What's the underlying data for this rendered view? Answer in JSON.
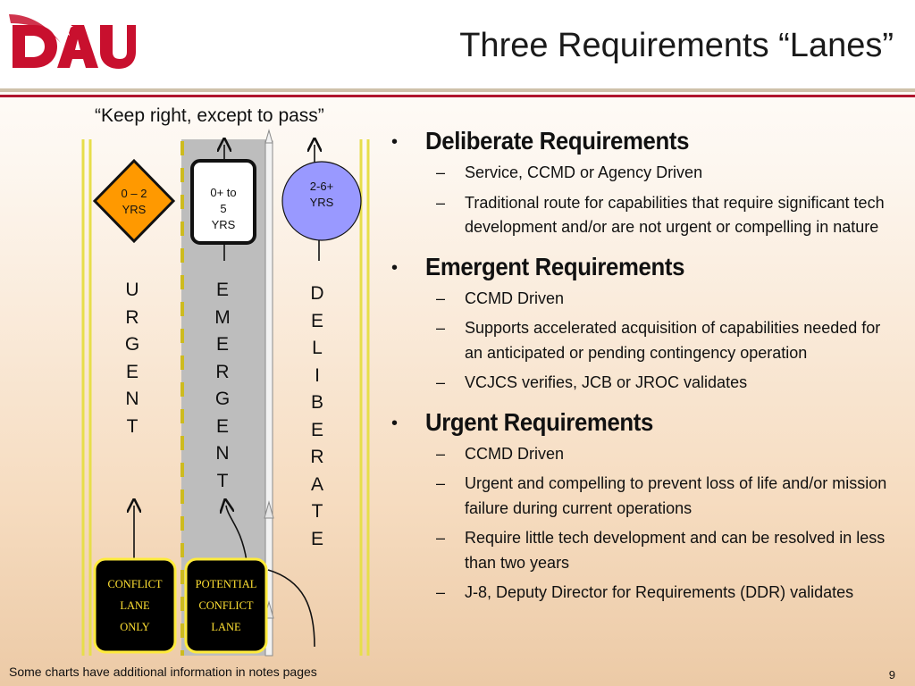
{
  "header": {
    "title": "Three Requirements “Lanes”",
    "logo_text": "DAU",
    "logo_color": "#c8102e"
  },
  "diagram": {
    "subtitle": "“Keep right, except to pass”",
    "signs": {
      "urgent": "0 – 2\nYRS",
      "emergent": "0+ to\n5\nYRS",
      "deliberate": "2-6+\nYRS"
    },
    "lanes": {
      "urgent": [
        "U",
        "R",
        "G",
        "E",
        "N",
        "T"
      ],
      "emergent": [
        "E",
        "M",
        "E",
        "R",
        "G",
        "E",
        "N",
        "T"
      ],
      "deliberate": [
        "D",
        "E",
        "L",
        "I",
        "B",
        "E",
        "R",
        "A",
        "T",
        "E"
      ]
    },
    "boxes": {
      "conflict_only": [
        "CONFLICT",
        "LANE",
        "ONLY"
      ],
      "potential_conflict": [
        "POTENTIAL",
        "CONFLICT",
        "LANE"
      ]
    },
    "colors": {
      "road_stripe": "#e7de4a",
      "emergent_lane": "#bdbdbd",
      "urgent_sign": "#ff9900",
      "deliberate_sign": "#9999ff",
      "box_fill": "#000000",
      "box_border": "#ffeb3b",
      "box_text": "#ffe033"
    }
  },
  "bullets": [
    {
      "heading": "Deliberate Requirements",
      "subs": [
        "Service, CCMD or Agency Driven",
        "Traditional route for capabilities that require significant tech development and/or are not urgent or compelling in nature"
      ]
    },
    {
      "heading": "Emergent Requirements",
      "subs": [
        "CCMD Driven",
        "Supports accelerated acquisition of  capabilities needed for an anticipated or pending contingency operation",
        "VCJCS verifies, JCB or JROC validates"
      ]
    },
    {
      "heading": "Urgent Requirements",
      "subs": [
        "CCMD Driven",
        "Urgent and compelling to prevent loss of life and/or mission failure during current operations",
        "Require little tech development and can be resolved in less than two years",
        "J-8, Deputy Director for Requirements (DDR) validates"
      ]
    }
  ],
  "footer": {
    "note": "Some charts have additional information in notes pages",
    "page": "9"
  }
}
